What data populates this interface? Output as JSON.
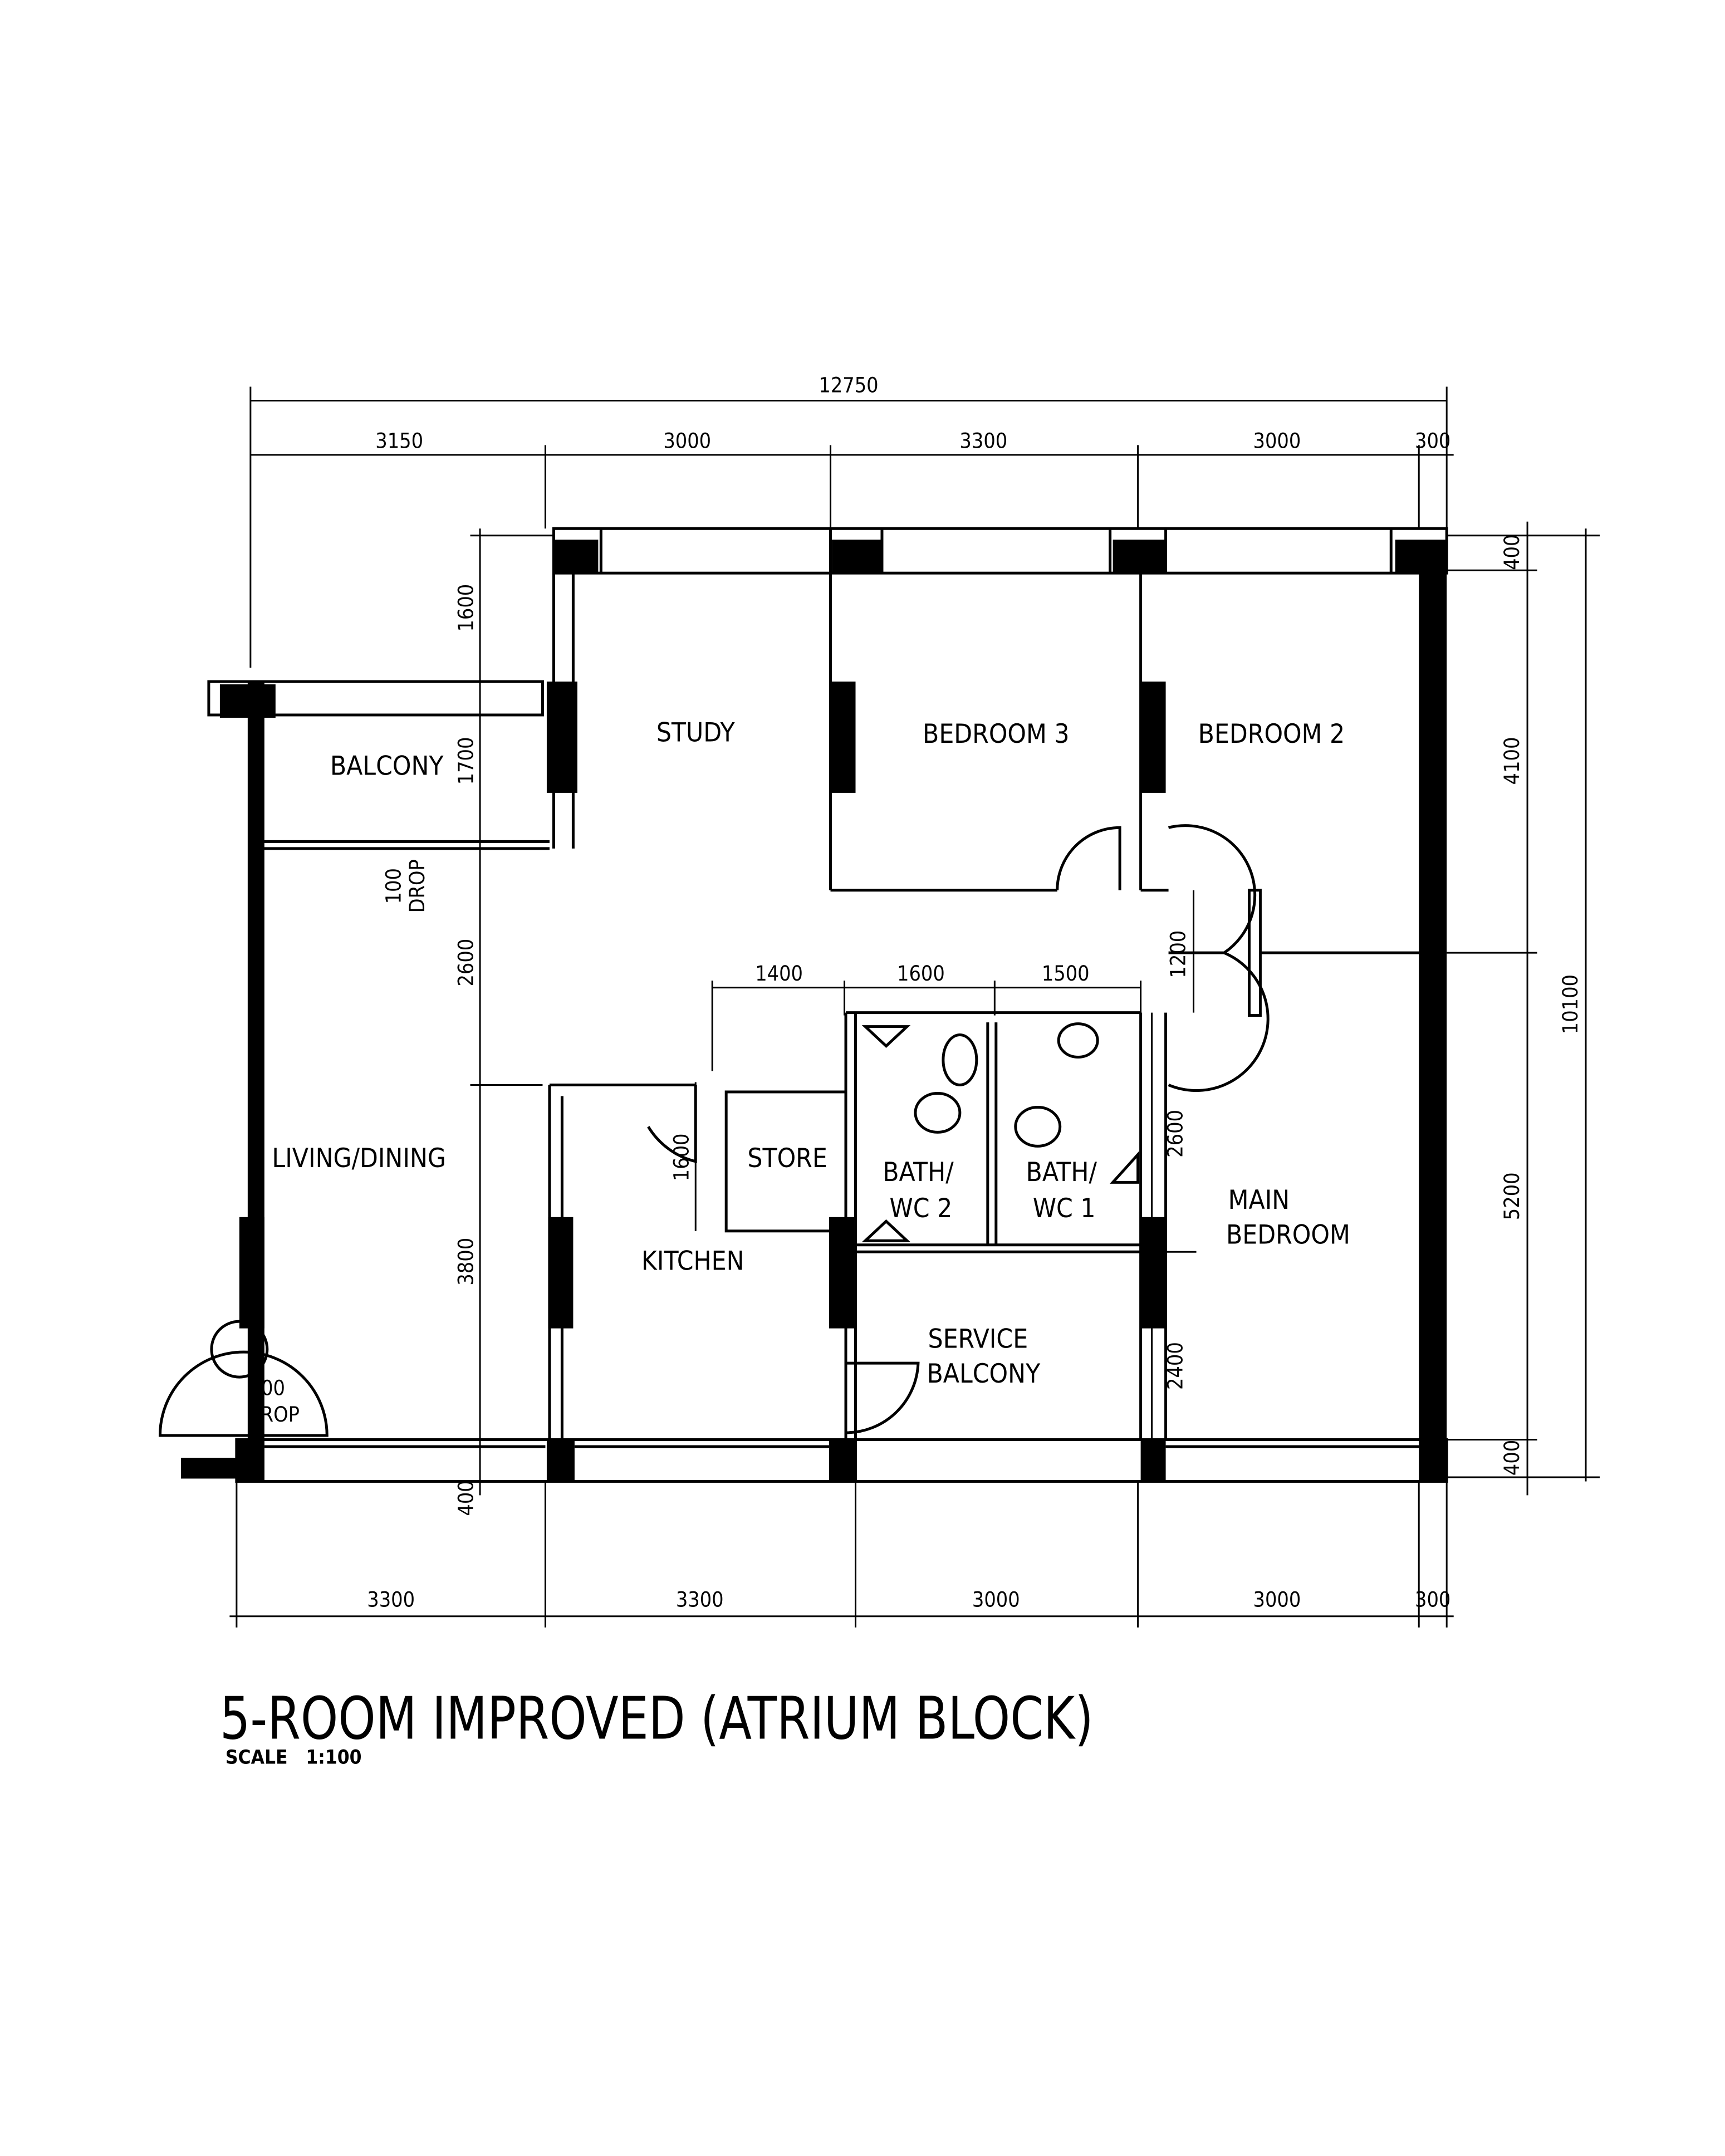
{
  "title": "5-ROOM IMPROVED (ATRIUM BLOCK)",
  "scale": "SCALE   1:100",
  "rooms": {
    "study": "STUDY",
    "bedroom3": "BEDROOM 3",
    "bedroom2": "BEDROOM 2",
    "balcony": "BALCONY",
    "living": "LIVING/DINING",
    "store": "STORE",
    "bath2_a": "BATH/",
    "bath2_b": "WC 2",
    "bath1_a": "BATH/",
    "bath1_b": "WC 1",
    "main_a": "MAIN",
    "main_b": "BEDROOM",
    "kitchen": "KITCHEN",
    "service_a": "SERVICE",
    "service_b": "BALCONY"
  },
  "drops": {
    "value": "100",
    "label": "DROP"
  },
  "dimensions": {
    "overall_width": "12750",
    "top": [
      "3150",
      "3000",
      "3300",
      "3000",
      "300"
    ],
    "bottom": [
      "3300",
      "3300",
      "3000",
      "3000",
      "300"
    ],
    "left": [
      "1600",
      "1700",
      "2600",
      "3800",
      "400"
    ],
    "right": [
      "400",
      "4100",
      "5200",
      "400"
    ],
    "overall_depth": "10100",
    "interior_top": [
      "1400",
      "1600",
      "1500"
    ],
    "corridor": "1200",
    "store_door": "1600",
    "bath_depth": "2600",
    "service_depth": "2400"
  }
}
